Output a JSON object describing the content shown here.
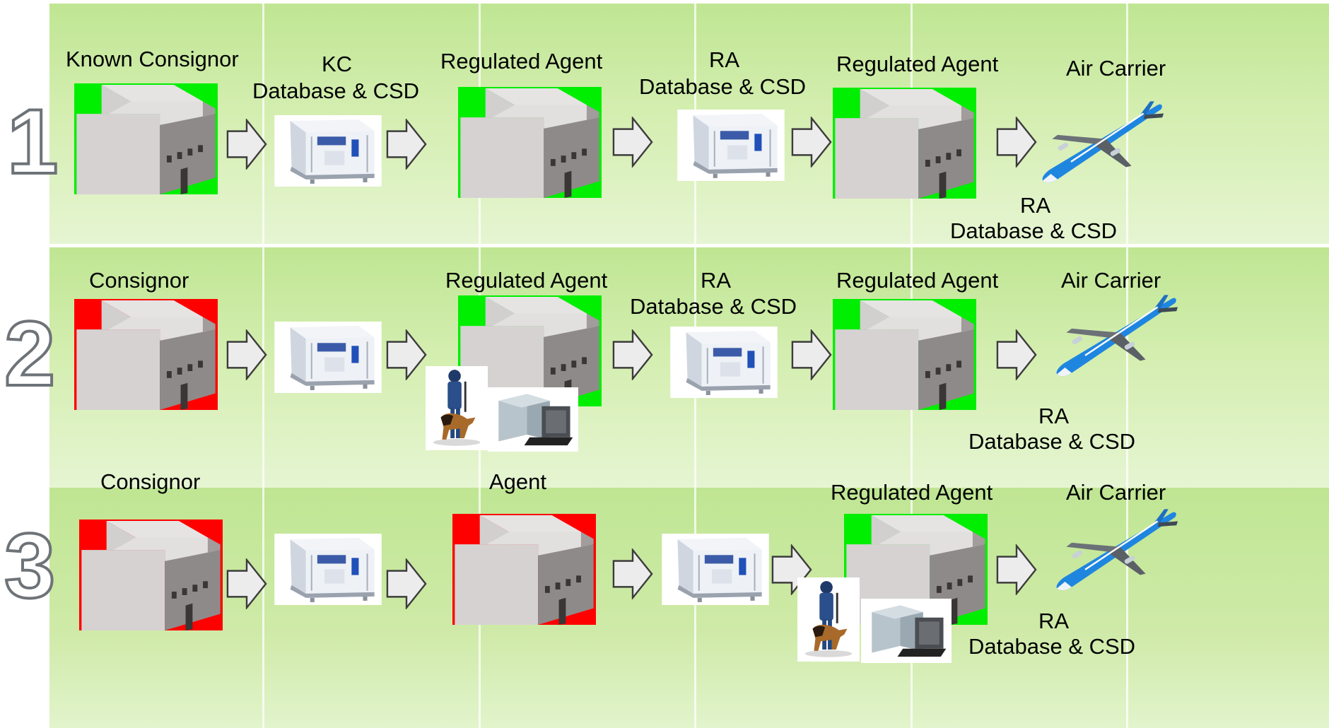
{
  "rows": [
    {
      "number": "1",
      "labels": {
        "origin": "Known Consignor",
        "transfer1_line1": "KC",
        "transfer1_line2": "Database & CSD",
        "agent": "Regulated Agent",
        "transfer2_line1": "RA",
        "transfer2_line2": "Database & CSD",
        "agent2": "Regulated Agent",
        "carrier": "Air Carrier",
        "carrier_db_line1": "RA",
        "carrier_db_line2": "Database & CSD"
      },
      "status": {
        "origin": "secure",
        "agent": "secure",
        "agent2": "secure"
      }
    },
    {
      "number": "2",
      "labels": {
        "origin": "Consignor",
        "agent": "Regulated Agent",
        "transfer2_line1": "RA",
        "transfer2_line2": "Database & CSD",
        "agent2": "Regulated Agent",
        "carrier": "Air Carrier",
        "carrier_db_line1": "RA",
        "carrier_db_line2": "Database & CSD"
      },
      "status": {
        "origin": "unsecure",
        "agent": "secure",
        "agent2": "secure"
      }
    },
    {
      "number": "3",
      "labels": {
        "origin": "Consignor",
        "agent": "Agent",
        "agent2": "Regulated Agent",
        "carrier": "Air Carrier",
        "carrier_db_line1": "RA",
        "carrier_db_line2": "Database & CSD"
      },
      "status": {
        "origin": "unsecure",
        "agent": "unsecure",
        "agent2": "secure"
      }
    }
  ],
  "colors": {
    "secure": "#00ee00",
    "unsecure": "#ff0000",
    "band": "#c8eaa0",
    "plane_body": "#1e88e5"
  },
  "icons": [
    "warehouse-icon",
    "uld-container-icon",
    "right-arrow-icon",
    "airplane-icon",
    "dog-handler-icon",
    "xray-screener-icon"
  ]
}
